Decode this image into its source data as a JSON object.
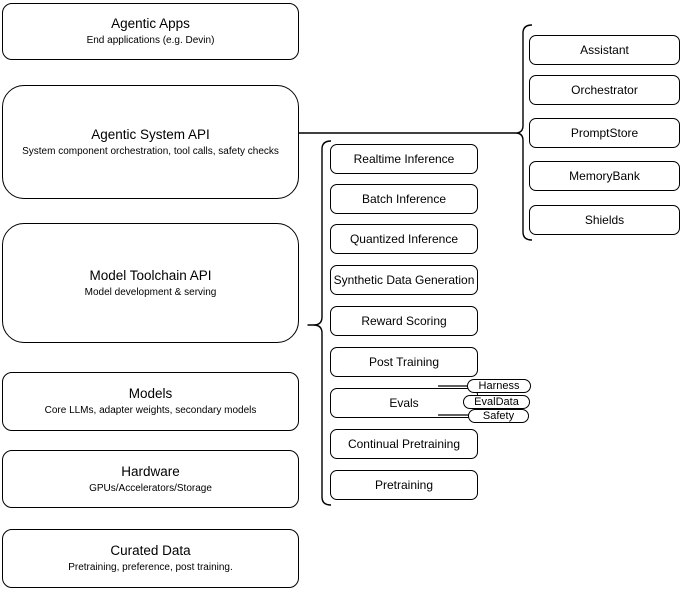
{
  "diagram": {
    "background_color": "#ffffff",
    "stroke_color": "#000000",
    "node_fill_color": "#ffffff",
    "left_column": [
      {
        "title": "Agentic Apps",
        "subtitle": "End applications (e.g. Devin)"
      },
      {
        "title": "Agentic System API",
        "subtitle": "System component orchestration, tool calls, safety checks"
      },
      {
        "title": "Model Toolchain API",
        "subtitle": "Model development & serving"
      },
      {
        "title": "Models",
        "subtitle": "Core LLMs, adapter weights, secondary models"
      },
      {
        "title": "Hardware",
        "subtitle": "GPUs/Accelerators/Storage"
      },
      {
        "title": "Curated Data",
        "subtitle": "Pretraining, preference, post training."
      }
    ],
    "toolchain_items": [
      "Realtime Inference",
      "Batch Inference",
      "Quantized Inference",
      "Synthetic Data Generation",
      "Reward Scoring",
      "Post Training",
      "Evals",
      "Continual Pretraining",
      "Pretraining"
    ],
    "eval_badges": [
      "Harness",
      "EvalData",
      "Safety"
    ],
    "system_components": [
      "Assistant",
      "Orchestrator",
      "PromptStore",
      "MemoryBank",
      "Shields"
    ]
  }
}
